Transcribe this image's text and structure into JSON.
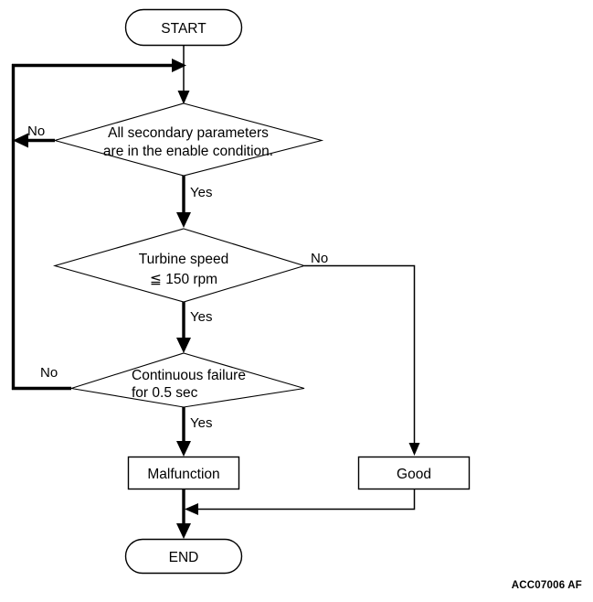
{
  "figure": {
    "type": "flowchart",
    "code": "ACC07006 AF",
    "background_color": "#ffffff",
    "line_color": "#000000"
  },
  "nodes": {
    "start": {
      "label": "START",
      "shape": "terminator"
    },
    "decision_1": {
      "shape": "diamond",
      "line1": "All secondary parameters",
      "line2": "are in the enable condition.",
      "yes_label": "Yes",
      "no_label": "No"
    },
    "decision_2": {
      "shape": "diamond",
      "line1": "Turbine speed",
      "line2": "≦ 150 rpm",
      "yes_label": "Yes",
      "no_label": "No"
    },
    "decision_3": {
      "shape": "diamond",
      "line1": "Continuous failure",
      "line2": "for 0.5 sec",
      "yes_label": "Yes",
      "no_label": "No"
    },
    "malfunction": {
      "label": "Malfunction",
      "shape": "process"
    },
    "good": {
      "label": "Good",
      "shape": "process"
    },
    "end": {
      "label": "END",
      "shape": "terminator"
    }
  }
}
